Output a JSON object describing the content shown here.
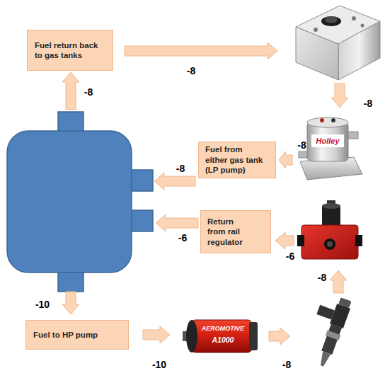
{
  "diagram": {
    "nodes": [
      {
        "text": [
          "Fuel return back to gas tanks"
        ]
      },
      {
        "text": [
          "Fuel from either gas tank (LP pump)"
        ]
      },
      {
        "text": [
          "Holley"
        ]
      },
      {
        "text": [
          "Return from rail regulator"
        ]
      },
      {
        "text": [
          "Fuel to HP pump"
        ]
      },
      {
        "text": [
          "AEROMOTIVE",
          "A1000"
        ]
      }
    ],
    "edges": [
      {
        "from": 2,
        "to": 1,
        "arrow": "to",
        "label": "-8"
      },
      {
        "from": 4,
        "to": 5,
        "arrow": "to",
        "label": "-10"
      }
    ],
    "labels": [
      "-8",
      "-8",
      "-8",
      "-8",
      "-6",
      "-6",
      "-8",
      "-10",
      "-8"
    ]
  }
}
